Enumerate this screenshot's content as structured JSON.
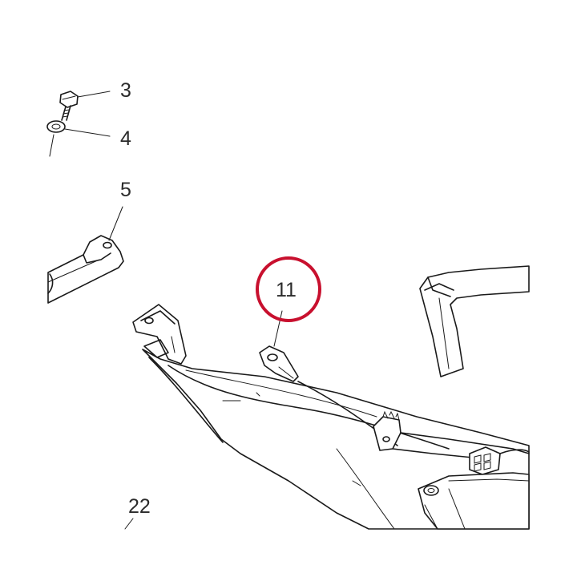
{
  "diagram": {
    "labels": {
      "p3": "3",
      "p4": "4",
      "p5": "5",
      "p11": "11",
      "p22": "22"
    },
    "highlight_color": "#c8102e",
    "line_color": "#1a1a1a"
  }
}
